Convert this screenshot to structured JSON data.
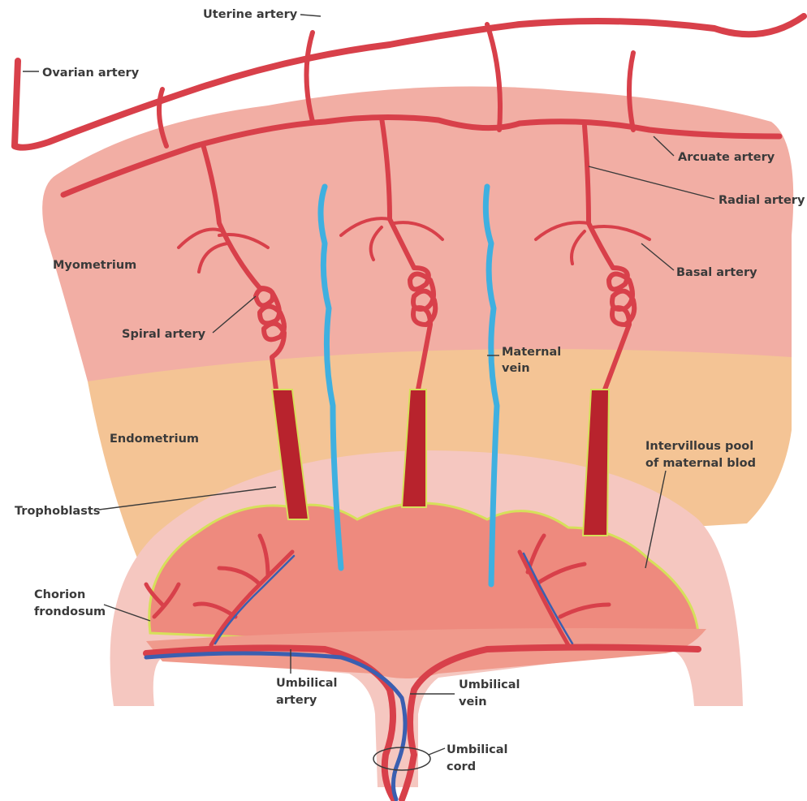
{
  "colors": {
    "myometrium": "#f2aea4",
    "endometrium": "#f4c495",
    "decidua_shell": "#f5c7c0",
    "intervillous_pool": "#ee8a7e",
    "villi_outline": "#d6e05a",
    "artery": "#d8404a",
    "maternal_vein": "#3fb0e0",
    "umbilical_vein": "#3b5fb0",
    "label_text": "#3a3a3a"
  },
  "labels": {
    "uterine_artery": "Uterine artery",
    "ovarian_artery": "Ovarian artery",
    "arcuate_artery": "Arcuate artery",
    "radial_artery": "Radial artery",
    "basal_artery": "Basal artery",
    "myometrium": "Myometrium",
    "spiral_artery": "Spiral artery",
    "maternal_vein_1": "Maternal",
    "maternal_vein_2": "vein",
    "endometrium": "Endometrium",
    "intervillous_1": "Intervillous pool",
    "intervillous_2": "of maternal blod",
    "trophoblasts": "Trophoblasts",
    "chorion_1": "Chorion",
    "chorion_2": "frondosum",
    "umbilical_artery_1": "Umbilical",
    "umbilical_artery_2": "artery",
    "umbilical_vein_1": "Umbilical",
    "umbilical_vein_2": "vein",
    "umbilical_cord_1": "Umbilical",
    "umbilical_cord_2": "cord"
  }
}
